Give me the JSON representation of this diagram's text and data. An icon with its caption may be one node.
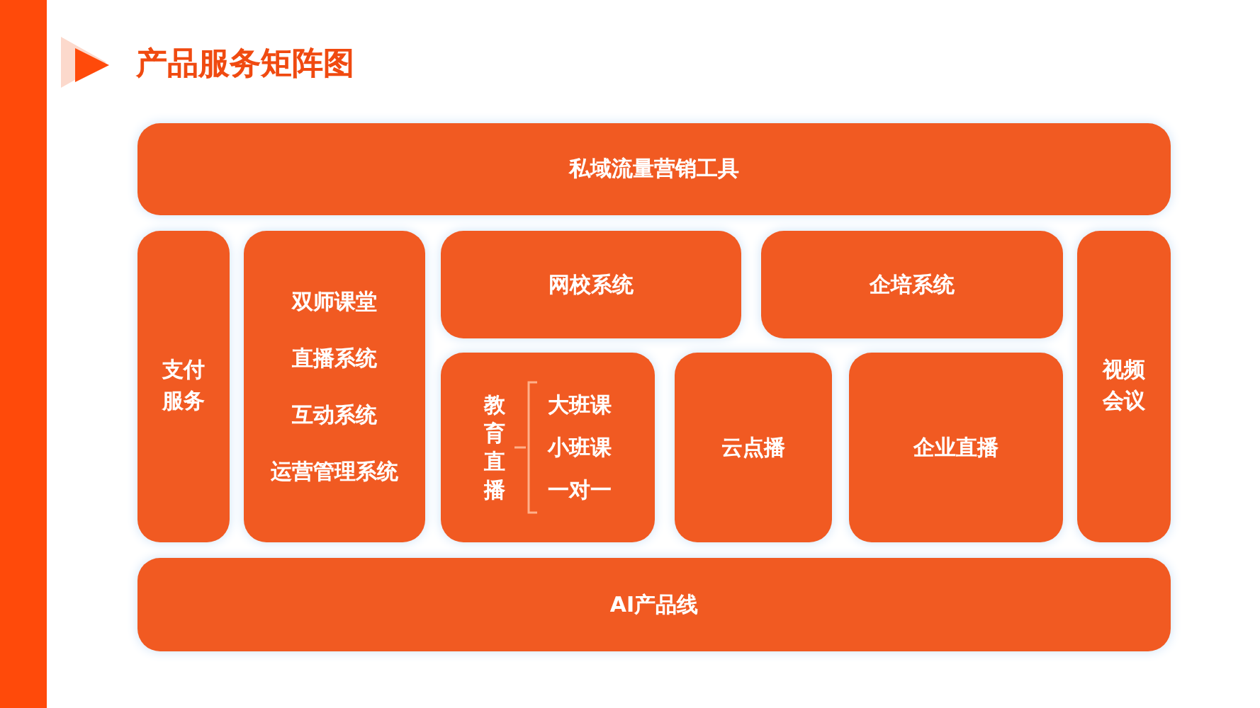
{
  "diagram": {
    "title": "产品服务矩阵图",
    "nodes": [
      {
        "text": [
          "私域流量营销工具"
        ]
      },
      {
        "text": [
          "支付服务"
        ]
      },
      {
        "text": [
          "双师课堂",
          "直播系统",
          "互动系统",
          "运营管理系统"
        ]
      },
      {
        "text": [
          "网校系统"
        ]
      },
      {
        "text": [
          "企培系统"
        ]
      },
      {
        "text": [
          "视频会议"
        ]
      },
      {
        "text": [
          "教育直播",
          "大班课",
          "小班课",
          "一对一"
        ]
      },
      {
        "text": [
          "云点播"
        ]
      },
      {
        "text": [
          "企业直播"
        ]
      },
      {
        "text": [
          "AI产品线"
        ]
      }
    ]
  }
}
